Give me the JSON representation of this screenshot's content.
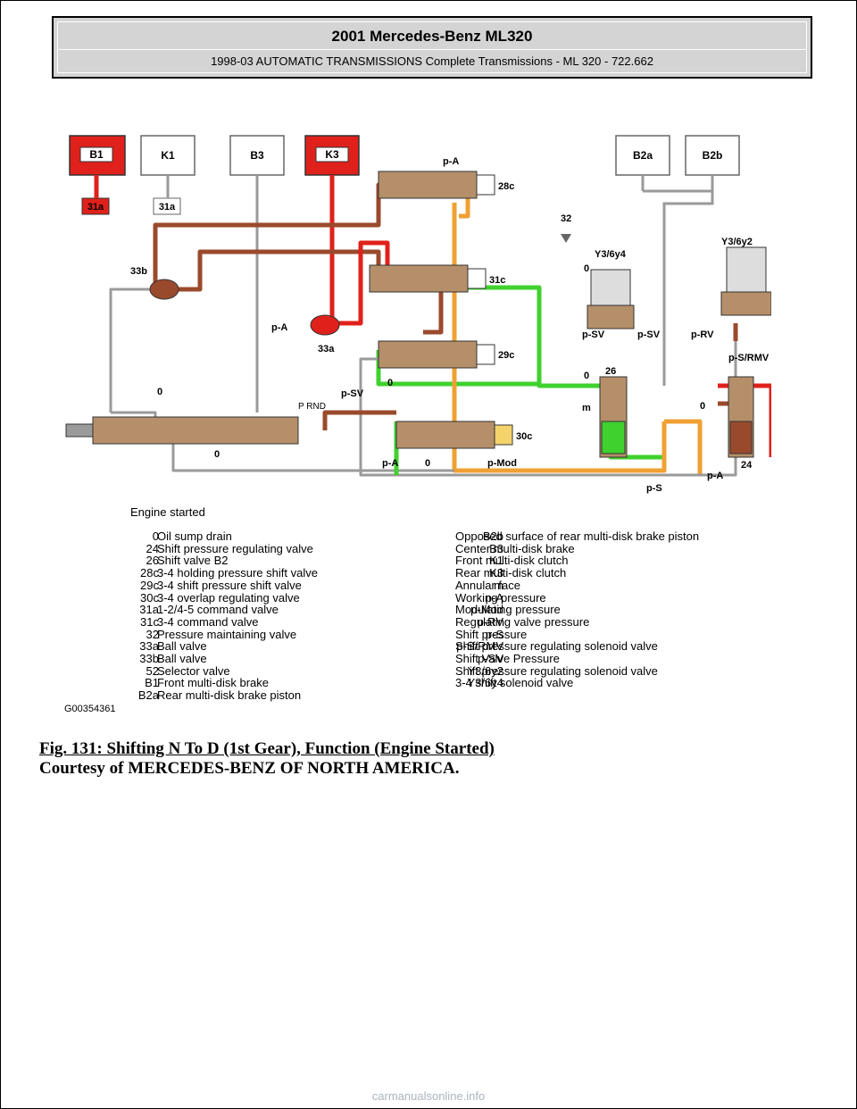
{
  "header": {
    "title": "2001 Mercedes-Benz ML320",
    "subtitle": "1998-03 AUTOMATIC TRANSMISSIONS Complete Transmissions - ML 320 - 722.662"
  },
  "diagram": {
    "boxes": [
      "B1",
      "K1",
      "B3",
      "K3",
      "B2a",
      "B2b",
      "31a",
      "31a"
    ],
    "labels": [
      "p-A",
      "28c",
      "32",
      "0",
      "Y3/6y4",
      "Y3/6y2",
      "33b",
      "31c",
      "p-SV",
      "p-SV",
      "p-RV",
      "p-A",
      "33a",
      "29c",
      "p-S/RMV",
      "0",
      "26",
      "0",
      "p-SV",
      "0",
      "m",
      "0",
      "P RND",
      "0",
      "30c",
      "p-A",
      "0",
      "p-Mod",
      "p-A",
      "24",
      "p-S"
    ],
    "colors": {
      "red": "#e0211b",
      "brown": "#9a4a2c",
      "green": "#3fd12d",
      "orange": "#f0a033",
      "gray": "#9a9a9a"
    }
  },
  "legend": {
    "lead": "Engine started",
    "image_id": "G00354361",
    "left": [
      {
        "code": "0",
        "desc": "Oil sump drain"
      },
      {
        "code": "24",
        "desc": "Shift pressure regulating valve"
      },
      {
        "code": "26",
        "desc": "Shift valve B2"
      },
      {
        "code": "28c",
        "desc": "3-4 holding pressure shift valve"
      },
      {
        "code": "29c",
        "desc": "3-4 shift pressure shift valve"
      },
      {
        "code": "30c",
        "desc": "3-4 overlap regulating valve"
      },
      {
        "code": "31a",
        "desc": "1-2/4-5 command valve"
      },
      {
        "code": "31c",
        "desc": "3-4 command valve"
      },
      {
        "code": "32",
        "desc": "Pressure maintaining valve"
      },
      {
        "code": "33a",
        "desc": "Ball valve"
      },
      {
        "code": "33b",
        "desc": "Ball valve"
      },
      {
        "code": "52",
        "desc": "Selector valve"
      },
      {
        "code": "B1",
        "desc": "Front multi-disk brake"
      },
      {
        "code": "B2a",
        "desc": "Rear multi-disk brake piston"
      }
    ],
    "right": [
      {
        "code": "B2b",
        "desc": "Opposed surface of rear multi-disk brake piston"
      },
      {
        "code": "B3",
        "desc": "Center multi-disk brake"
      },
      {
        "code": "K1",
        "desc": "Front multi-disk clutch"
      },
      {
        "code": "K3",
        "desc": "Rear multi-disk clutch"
      },
      {
        "code": "m",
        "desc": "Annular face"
      },
      {
        "code": "p-A",
        "desc": "Working pressure"
      },
      {
        "code": "p-Mod",
        "desc": "Modulating pressure"
      },
      {
        "code": "p-RV",
        "desc": "Regulating valve pressure"
      },
      {
        "code": "p-S",
        "desc": "Shift pressure"
      },
      {
        "code": "p-S/RMV",
        "desc": "Shift pressure regulating solenoid valve"
      },
      {
        "code": "p-SV",
        "desc": "Shift Valve Pressure"
      },
      {
        "code": "Y3/6y2",
        "desc": "Shift pressure regulating solenoid valve"
      },
      {
        "code": "Y3/6y4",
        "desc": "3-4 shift solenoid valve"
      }
    ]
  },
  "caption": {
    "figure": "Fig. 131: Shifting N To D (1st Gear), Function (Engine Started)",
    "credit": "Courtesy of MERCEDES-BENZ OF NORTH AMERICA."
  },
  "watermark": "carmanualsonline.info"
}
